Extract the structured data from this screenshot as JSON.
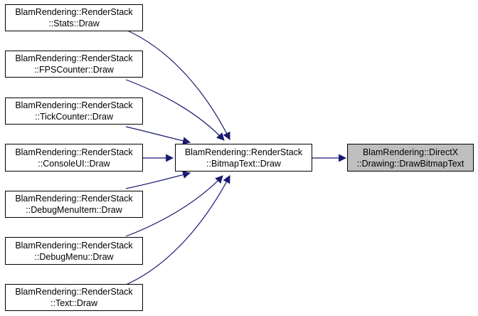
{
  "diagram": {
    "target": {
      "line1": "BlamRendering::DirectX",
      "line2": "::Drawing::DrawBitmapText"
    },
    "center": {
      "line1": "BlamRendering::RenderStack",
      "line2": "::BitmapText::Draw"
    },
    "callers": [
      {
        "line1": "BlamRendering::RenderStack",
        "line2": "::Stats::Draw"
      },
      {
        "line1": "BlamRendering::RenderStack",
        "line2": "::FPSCounter::Draw"
      },
      {
        "line1": "BlamRendering::RenderStack",
        "line2": "::TickCounter::Draw"
      },
      {
        "line1": "BlamRendering::RenderStack",
        "line2": "::ConsoleUI::Draw"
      },
      {
        "line1": "BlamRendering::RenderStack",
        "line2": "::DebugMenuItem::Draw"
      },
      {
        "line1": "BlamRendering::RenderStack",
        "line2": "::DebugMenu::Draw"
      },
      {
        "line1": "BlamRendering::RenderStack",
        "line2": "::Text::Draw"
      }
    ],
    "colors": {
      "edge": "#191970",
      "node_border": "#000000",
      "highlight_fill": "#bfbfbf"
    }
  }
}
